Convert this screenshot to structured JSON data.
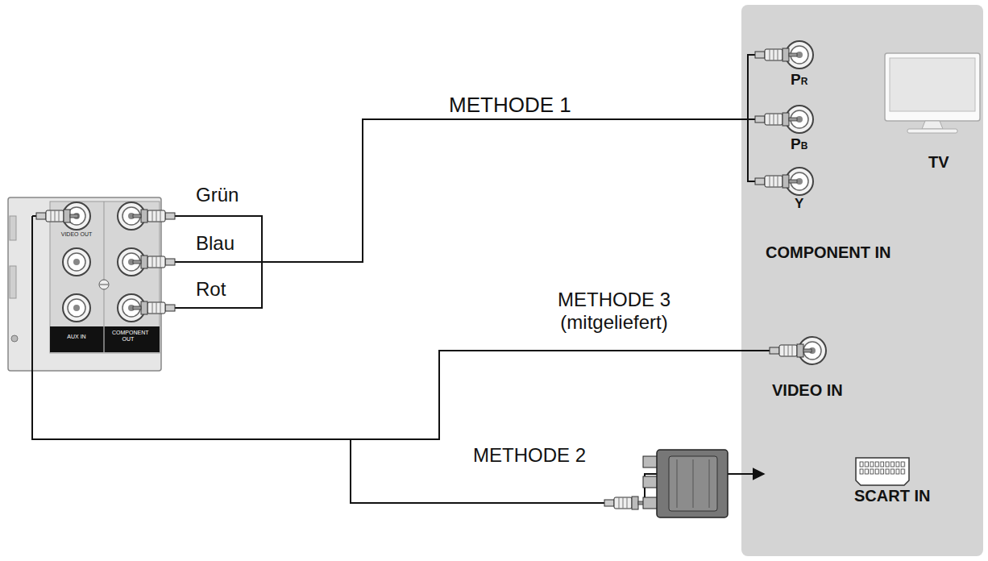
{
  "diagram": {
    "nodes": [
      {
        "text": [
          "VIDEO OUT",
          "AUX IN",
          "COMPONENT OUT"
        ]
      },
      {
        "text": [
          "TV"
        ]
      },
      {
        "text": [
          "PR",
          "PB",
          "Y",
          "COMPONENT IN"
        ],
        "in": 1
      },
      {
        "text": [
          "VIDEO IN"
        ],
        "in": 1
      },
      {
        "text": [
          "SCART IN"
        ],
        "in": 1
      }
    ],
    "edges": [
      {
        "from": 0,
        "to": 2,
        "arrow": "none",
        "label": "METHODE 1"
      },
      {
        "from": 0,
        "to": 3,
        "arrow": "none",
        "label": "METHODE 3 (mitgeliefert)"
      },
      {
        "from": 0,
        "to": 4,
        "arrow": "to",
        "label": "METHODE 2"
      }
    ],
    "labels": [
      "Grün",
      "Blau",
      "Rot"
    ]
  }
}
